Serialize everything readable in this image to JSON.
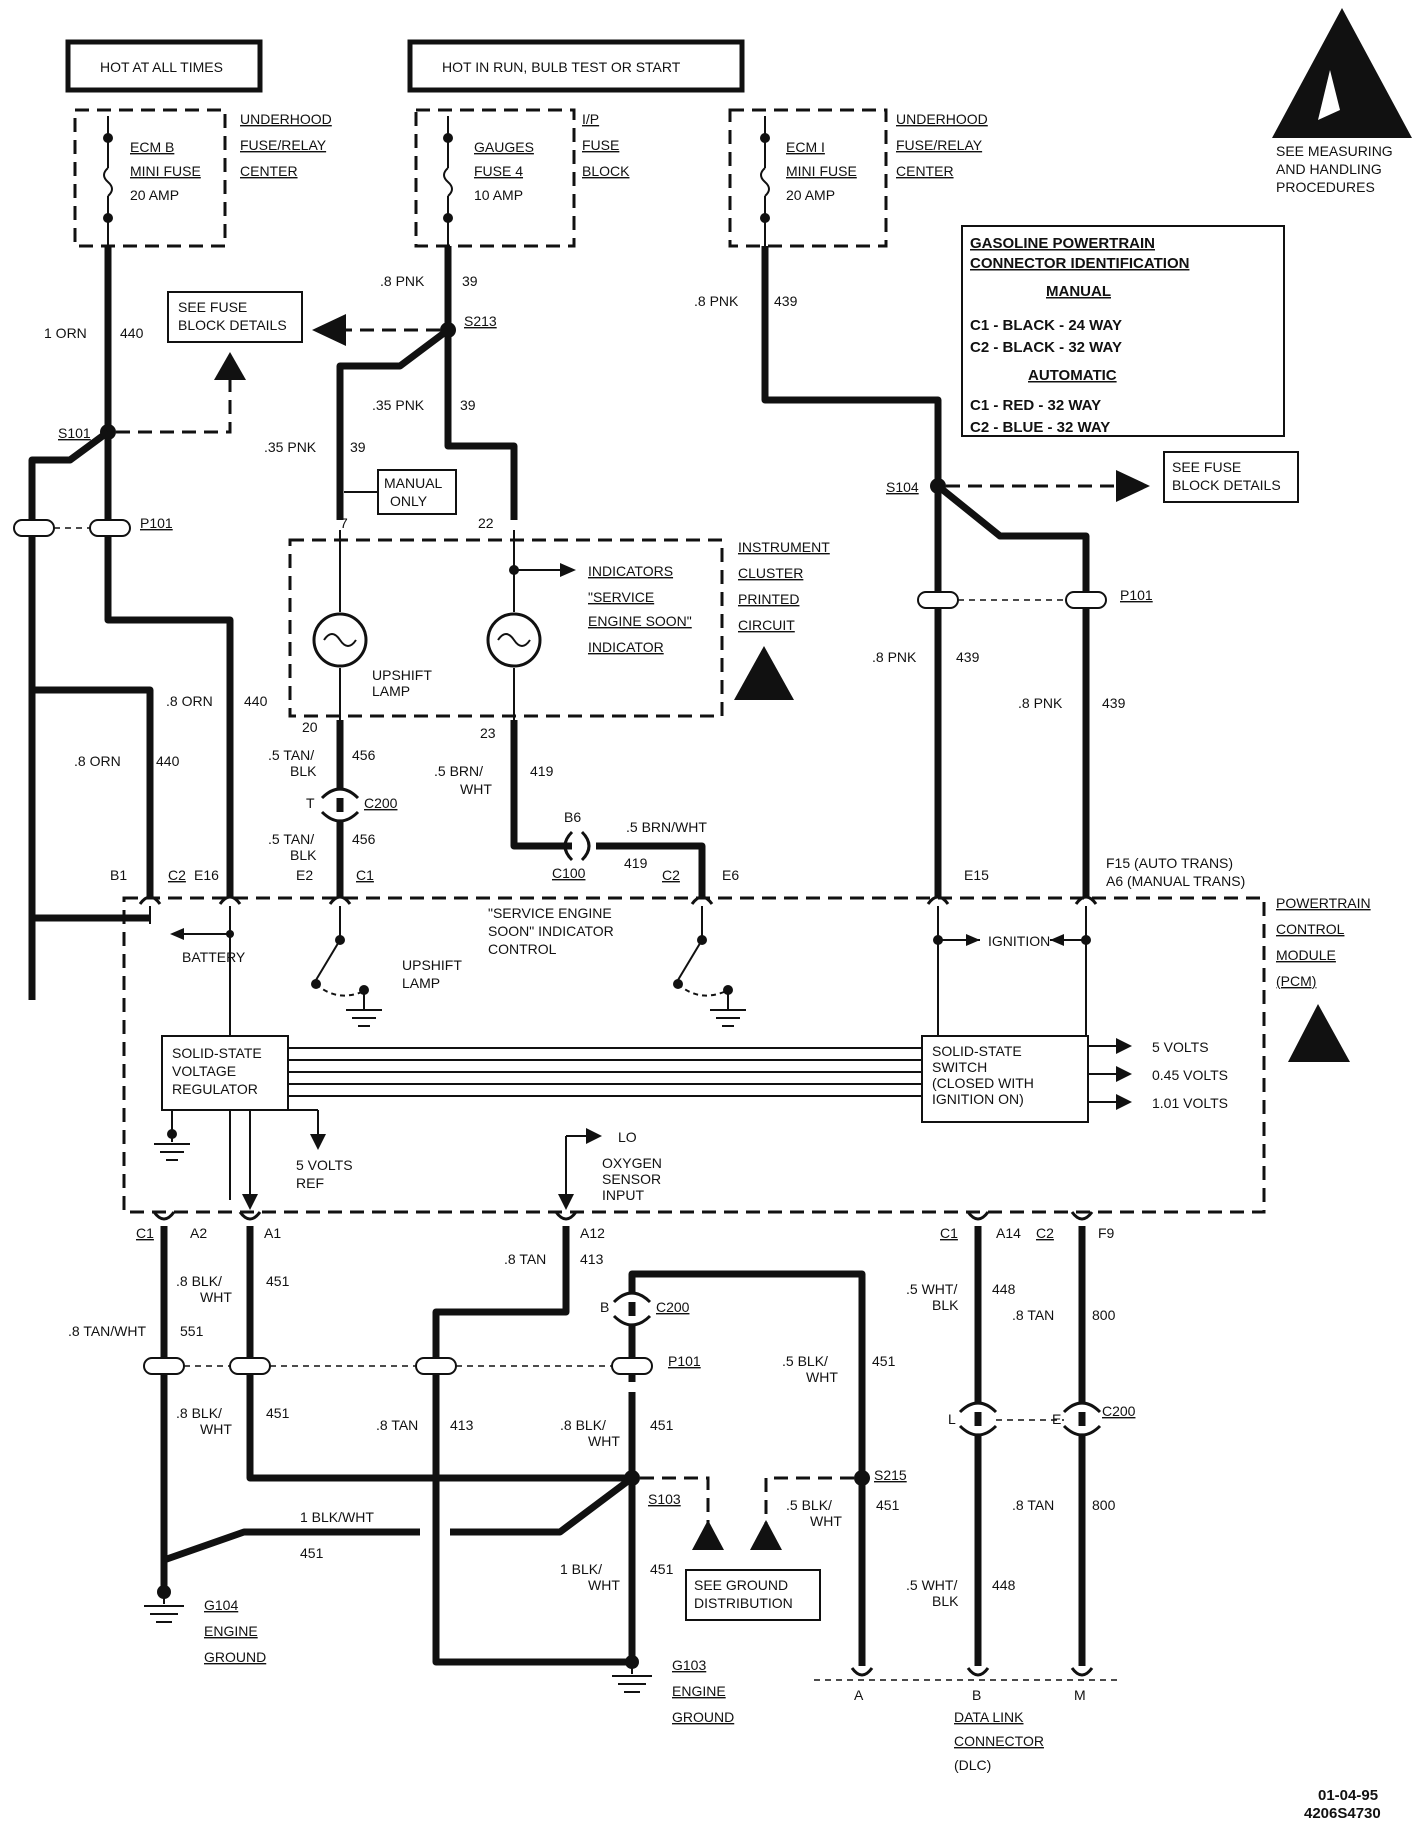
{
  "headers": {
    "hot_at_all_times": "HOT AT ALL TIMES",
    "hot_in_run": "HOT IN RUN, BULB TEST OR START"
  },
  "fuses": {
    "underhood_label_1": "UNDERHOOD",
    "underhood_label_2": "FUSE/RELAY",
    "underhood_label_3": "CENTER",
    "ip_label_1": "I/P",
    "ip_label_2": "FUSE",
    "ip_label_3": "BLOCK",
    "ecm_b_1": "ECM B",
    "ecm_b_2": "MINI FUSE",
    "ecm_b_3": "20 AMP",
    "gauges_1": "GAUGES",
    "gauges_2": "FUSE 4",
    "gauges_3": "10 AMP",
    "ecm_i_1": "ECM I",
    "ecm_i_2": "MINI FUSE",
    "ecm_i_3": "20 AMP"
  },
  "esd": {
    "note_1": "SEE MEASURING",
    "note_2": "AND HANDLING",
    "note_3": "PROCEDURES"
  },
  "connector_id": {
    "title_1": "GASOLINE POWERTRAIN",
    "title_2": "CONNECTOR IDENTIFICATION",
    "manual": "MANUAL",
    "manual_c1": "C1 - BLACK - 24 WAY",
    "manual_c2": "C2 - BLACK - 32 WAY",
    "automatic": "AUTOMATIC",
    "auto_c1": "C1 - RED - 32 WAY",
    "auto_c2": "C2 - BLUE - 32 WAY"
  },
  "refs": {
    "see_fuse_1": "SEE FUSE",
    "see_fuse_2": "BLOCK DETAILS",
    "manual_only_1": "MANUAL",
    "manual_only_2": "ONLY",
    "see_ground_1": "SEE GROUND",
    "see_ground_2": "DISTRIBUTION"
  },
  "splices": {
    "s101": "S101",
    "s213": "S213",
    "s104": "S104",
    "s103": "S103",
    "s215": "S215",
    "p101": "P101",
    "c200": "C200",
    "c100": "C100"
  },
  "wires": {
    "w_08pnk": ".8 PNK",
    "w_035pnk": ".35 PNK",
    "w_1orn": "1 ORN",
    "w_08orn": ".8 ORN",
    "w_05tan": ".5 TAN/",
    "w_blk": "BLK",
    "w_05brn": ".5 BRN/",
    "w_wht": "WHT",
    "w_05brnwht": ".5 BRN/WHT",
    "w_08blk": ".8 BLK/",
    "w_08tanwht": ".8 TAN/WHT",
    "w_08tan": ".8 TAN",
    "w_05blk": ".5 BLK/",
    "w_1blkwht": "1 BLK/WHT",
    "w_1blk": "1 BLK/",
    "w_05wht": ".5 WHT/",
    "c39": "39",
    "c439": "439",
    "c440": "440",
    "c456": "456",
    "c419": "419",
    "c551": "551",
    "c451": "451",
    "c413": "413",
    "c448": "448",
    "c800": "800"
  },
  "cluster": {
    "label_1": "INSTRUMENT",
    "label_2": "CLUSTER",
    "label_3": "PRINTED",
    "label_4": "CIRCUIT",
    "indicators": "INDICATORS",
    "ses_1": "\"SERVICE",
    "ses_2": "ENGINE SOON\"",
    "ses_3": "INDICATOR",
    "upshift_1": "UPSHIFT",
    "upshift_2": "LAMP",
    "pin7": "7",
    "pin22": "22",
    "pin20": "20",
    "pin23": "23"
  },
  "pcm": {
    "label_1": "POWERTRAIN",
    "label_2": "CONTROL",
    "label_3": "MODULE",
    "label_4": "(PCM)",
    "b1": "B1",
    "c2": "C2",
    "e16": "E16",
    "e2": "E2",
    "c1": "C1",
    "e6": "E6",
    "e15": "E15",
    "f15": "F15 (AUTO TRANS)",
    "a6": "A6 (MANUAL TRANS)",
    "a2": "A2",
    "a1": "A1",
    "a12": "A12",
    "a14": "A14",
    "f9": "F9",
    "b6": "B6",
    "t": "T",
    "b": "B",
    "l": "L",
    "e": "E",
    "battery": "BATTERY",
    "ses_ctrl_1": "\"SERVICE ENGINE",
    "ses_ctrl_2": "SOON\" INDICATOR",
    "ses_ctrl_3": "CONTROL",
    "upshift_1": "UPSHIFT",
    "upshift_2": "LAMP",
    "ignition": "IGNITION",
    "vreg_1": "SOLID-STATE",
    "vreg_2": "VOLTAGE",
    "vreg_3": "REGULATOR",
    "sw_1": "SOLID-STATE",
    "sw_2": "SWITCH",
    "sw_3": "(CLOSED WITH",
    "sw_4": "IGNITION ON)",
    "v5": "5 VOLTS",
    "v045": "0.45 VOLTS",
    "v101": "1.01 VOLTS",
    "ref_1": "5 VOLTS",
    "ref_2": "REF",
    "lo": "LO",
    "o2_1": "OXYGEN",
    "o2_2": "SENSOR",
    "o2_3": "INPUT"
  },
  "grounds": {
    "g104": "G104",
    "g103": "G103",
    "engine": "ENGINE",
    "ground": "GROUND"
  },
  "dlc": {
    "pin_a": "A",
    "pin_b": "B",
    "pin_m": "M",
    "label_1": "DATA LINK",
    "label_2": "CONNECTOR",
    "label_3": "(DLC)"
  },
  "footer": {
    "date": "01-04-95",
    "code": "4206S4730"
  }
}
